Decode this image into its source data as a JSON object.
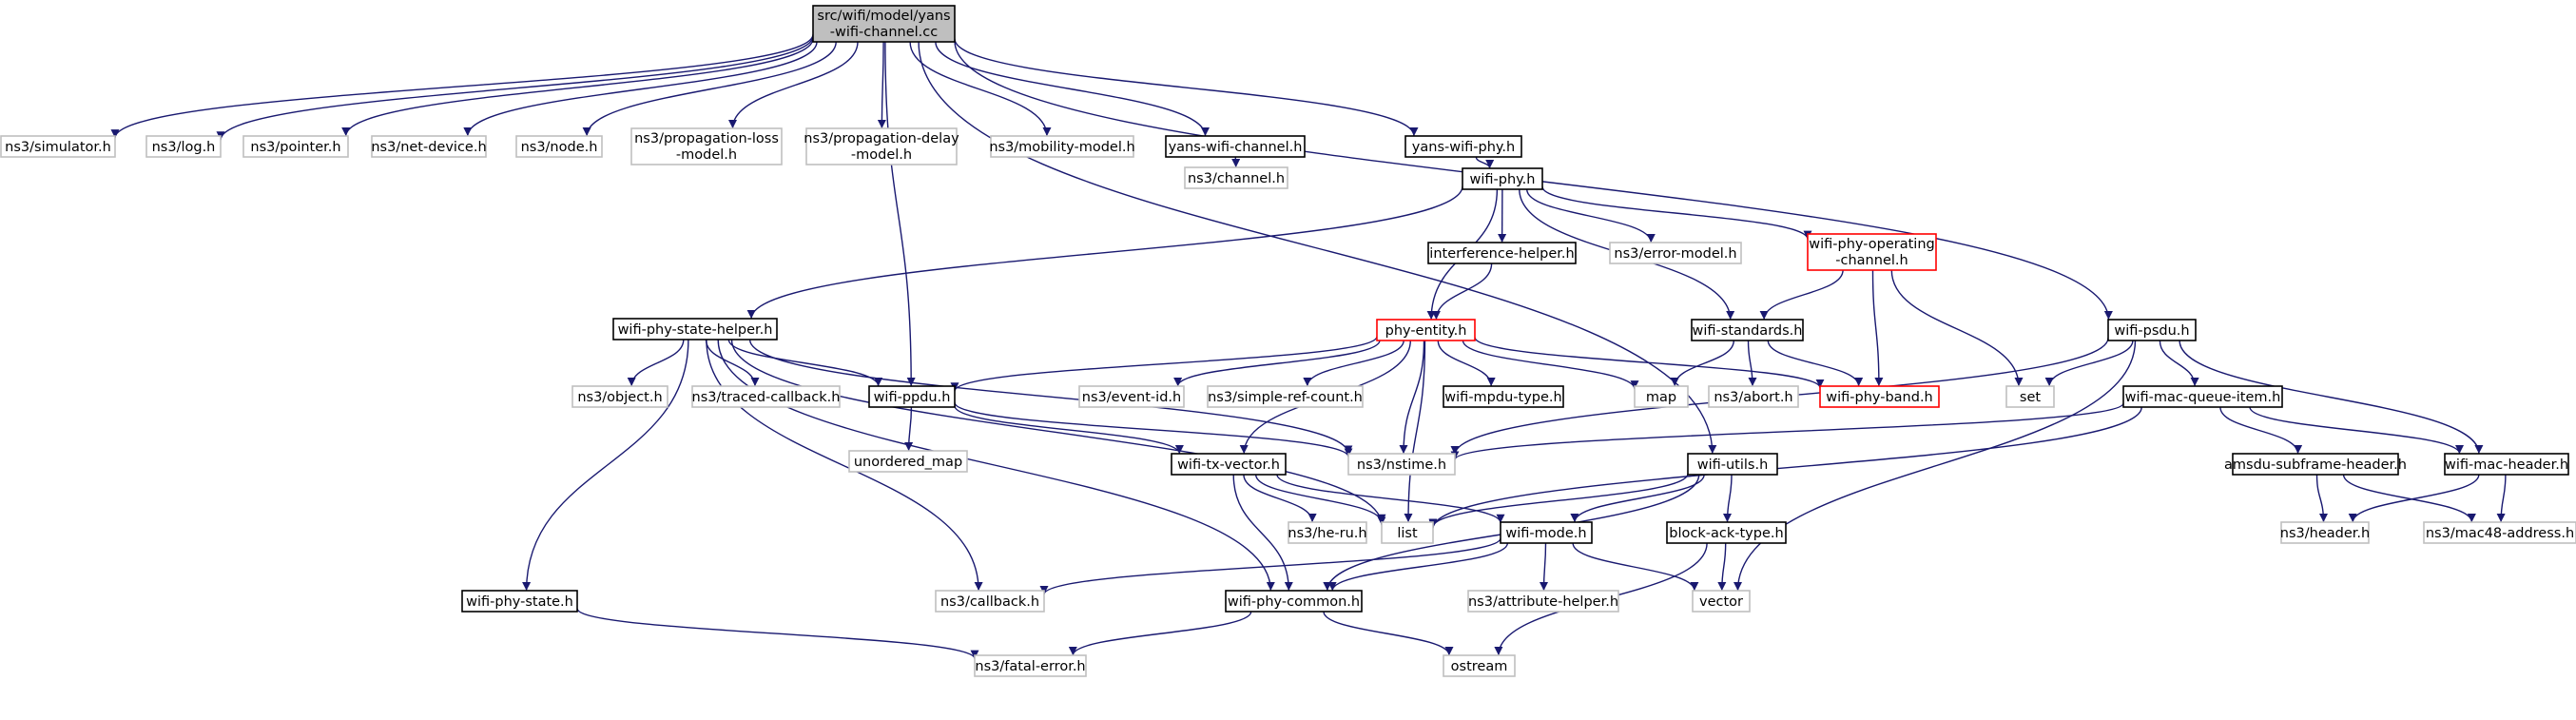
{
  "colors": {
    "edge": "#191970",
    "normal_border": "#000000",
    "normal_fill": "#ffffff",
    "external_border": "#bfbfbf",
    "incomplete_border": "#ff0000",
    "root_fill": "#bfbfbf"
  },
  "nodes": [
    {
      "id": "root",
      "lines": [
        "src/wifi/model/yans",
        "-wifi-channel.cc"
      ],
      "kind": "root"
    },
    {
      "id": "simulator",
      "lines": [
        "ns3/simulator.h"
      ],
      "kind": "external"
    },
    {
      "id": "log",
      "lines": [
        "ns3/log.h"
      ],
      "kind": "external"
    },
    {
      "id": "pointer",
      "lines": [
        "ns3/pointer.h"
      ],
      "kind": "external"
    },
    {
      "id": "netdevice",
      "lines": [
        "ns3/net-device.h"
      ],
      "kind": "external"
    },
    {
      "id": "node",
      "lines": [
        "ns3/node.h"
      ],
      "kind": "external"
    },
    {
      "id": "proploss",
      "lines": [
        "ns3/propagation-loss",
        "-model.h"
      ],
      "kind": "external"
    },
    {
      "id": "propdelay",
      "lines": [
        "ns3/propagation-delay",
        "-model.h"
      ],
      "kind": "external"
    },
    {
      "id": "mobility",
      "lines": [
        "ns3/mobility-model.h"
      ],
      "kind": "external"
    },
    {
      "id": "yanschan",
      "lines": [
        "yans-wifi-channel.h"
      ],
      "kind": "normal"
    },
    {
      "id": "yansphy",
      "lines": [
        "yans-wifi-phy.h"
      ],
      "kind": "normal"
    },
    {
      "id": "channel",
      "lines": [
        "ns3/channel.h"
      ],
      "kind": "external"
    },
    {
      "id": "wifiphy",
      "lines": [
        "wifi-phy.h"
      ],
      "kind": "normal"
    },
    {
      "id": "interf",
      "lines": [
        "interference-helper.h"
      ],
      "kind": "normal"
    },
    {
      "id": "errmodel",
      "lines": [
        "ns3/error-model.h"
      ],
      "kind": "external"
    },
    {
      "id": "opchan",
      "lines": [
        "wifi-phy-operating",
        "-channel.h"
      ],
      "kind": "incomplete"
    },
    {
      "id": "statehelper",
      "lines": [
        "wifi-phy-state-helper.h"
      ],
      "kind": "normal"
    },
    {
      "id": "phyentity",
      "lines": [
        "phy-entity.h"
      ],
      "kind": "incomplete"
    },
    {
      "id": "standards",
      "lines": [
        "wifi-standards.h"
      ],
      "kind": "normal"
    },
    {
      "id": "psdu",
      "lines": [
        "wifi-psdu.h"
      ],
      "kind": "normal"
    },
    {
      "id": "object",
      "lines": [
        "ns3/object.h"
      ],
      "kind": "external"
    },
    {
      "id": "traced",
      "lines": [
        "ns3/traced-callback.h"
      ],
      "kind": "external"
    },
    {
      "id": "ppdu",
      "lines": [
        "wifi-ppdu.h"
      ],
      "kind": "normal"
    },
    {
      "id": "eventid",
      "lines": [
        "ns3/event-id.h"
      ],
      "kind": "external"
    },
    {
      "id": "simpleref",
      "lines": [
        "ns3/simple-ref-count.h"
      ],
      "kind": "external"
    },
    {
      "id": "mpdutype",
      "lines": [
        "wifi-mpdu-type.h"
      ],
      "kind": "normal"
    },
    {
      "id": "map",
      "lines": [
        "map"
      ],
      "kind": "external"
    },
    {
      "id": "abort",
      "lines": [
        "ns3/abort.h"
      ],
      "kind": "external"
    },
    {
      "id": "band",
      "lines": [
        "wifi-phy-band.h"
      ],
      "kind": "incomplete"
    },
    {
      "id": "set",
      "lines": [
        "set"
      ],
      "kind": "external"
    },
    {
      "id": "queueitem",
      "lines": [
        "wifi-mac-queue-item.h"
      ],
      "kind": "normal"
    },
    {
      "id": "unordered",
      "lines": [
        "unordered_map"
      ],
      "kind": "external"
    },
    {
      "id": "txvector",
      "lines": [
        "wifi-tx-vector.h"
      ],
      "kind": "normal"
    },
    {
      "id": "nstime",
      "lines": [
        "ns3/nstime.h"
      ],
      "kind": "external"
    },
    {
      "id": "utils",
      "lines": [
        "wifi-utils.h"
      ],
      "kind": "normal"
    },
    {
      "id": "amsdu",
      "lines": [
        "amsdu-subframe-header.h"
      ],
      "kind": "normal"
    },
    {
      "id": "macheader",
      "lines": [
        "wifi-mac-header.h"
      ],
      "kind": "normal"
    },
    {
      "id": "heru",
      "lines": [
        "ns3/he-ru.h"
      ],
      "kind": "external"
    },
    {
      "id": "list",
      "lines": [
        "list"
      ],
      "kind": "external"
    },
    {
      "id": "mode",
      "lines": [
        "wifi-mode.h"
      ],
      "kind": "normal"
    },
    {
      "id": "blockack",
      "lines": [
        "block-ack-type.h"
      ],
      "kind": "normal"
    },
    {
      "id": "header",
      "lines": [
        "ns3/header.h"
      ],
      "kind": "external"
    },
    {
      "id": "mac48",
      "lines": [
        "ns3/mac48-address.h"
      ],
      "kind": "external"
    },
    {
      "id": "phystate",
      "lines": [
        "wifi-phy-state.h"
      ],
      "kind": "normal"
    },
    {
      "id": "callback",
      "lines": [
        "ns3/callback.h"
      ],
      "kind": "external"
    },
    {
      "id": "common",
      "lines": [
        "wifi-phy-common.h"
      ],
      "kind": "normal"
    },
    {
      "id": "attrhelper",
      "lines": [
        "ns3/attribute-helper.h"
      ],
      "kind": "external"
    },
    {
      "id": "vector",
      "lines": [
        "vector"
      ],
      "kind": "external"
    },
    {
      "id": "fatal",
      "lines": [
        "ns3/fatal-error.h"
      ],
      "kind": "external"
    },
    {
      "id": "ostream",
      "lines": [
        "ostream"
      ],
      "kind": "external"
    }
  ],
  "edges": [
    [
      "root",
      "simulator"
    ],
    [
      "root",
      "log"
    ],
    [
      "root",
      "pointer"
    ],
    [
      "root",
      "netdevice"
    ],
    [
      "root",
      "node"
    ],
    [
      "root",
      "proploss"
    ],
    [
      "root",
      "propdelay"
    ],
    [
      "root",
      "mobility"
    ],
    [
      "root",
      "yanschan"
    ],
    [
      "root",
      "yansphy"
    ],
    [
      "root",
      "ppdu"
    ],
    [
      "root",
      "utils"
    ],
    [
      "root",
      "psdu"
    ],
    [
      "yanschan",
      "channel"
    ],
    [
      "yansphy",
      "wifiphy"
    ],
    [
      "wifiphy",
      "statehelper"
    ],
    [
      "wifiphy",
      "interf"
    ],
    [
      "wifiphy",
      "phyentity"
    ],
    [
      "wifiphy",
      "errmodel"
    ],
    [
      "wifiphy",
      "opchan"
    ],
    [
      "wifiphy",
      "standards"
    ],
    [
      "interf",
      "phyentity"
    ],
    [
      "opchan",
      "standards"
    ],
    [
      "opchan",
      "band"
    ],
    [
      "opchan",
      "set"
    ],
    [
      "statehelper",
      "phystate"
    ],
    [
      "statehelper",
      "callback"
    ],
    [
      "statehelper",
      "common"
    ],
    [
      "statehelper",
      "object"
    ],
    [
      "statehelper",
      "traced"
    ],
    [
      "statehelper",
      "ppdu"
    ],
    [
      "statehelper",
      "nstime"
    ],
    [
      "statehelper",
      "list"
    ],
    [
      "phyentity",
      "ppdu"
    ],
    [
      "phyentity",
      "eventid"
    ],
    [
      "phyentity",
      "simpleref"
    ],
    [
      "phyentity",
      "mpdutype"
    ],
    [
      "phyentity",
      "map"
    ],
    [
      "phyentity",
      "band"
    ],
    [
      "phyentity",
      "nstime"
    ],
    [
      "phyentity",
      "txvector"
    ],
    [
      "phyentity",
      "list"
    ],
    [
      "standards",
      "map"
    ],
    [
      "standards",
      "abort"
    ],
    [
      "standards",
      "band"
    ],
    [
      "psdu",
      "set"
    ],
    [
      "psdu",
      "queueitem"
    ],
    [
      "psdu",
      "macheader"
    ],
    [
      "psdu",
      "nstime"
    ],
    [
      "psdu",
      "vector"
    ],
    [
      "ppdu",
      "unordered"
    ],
    [
      "ppdu",
      "txvector"
    ],
    [
      "ppdu",
      "nstime"
    ],
    [
      "queueitem",
      "nstime"
    ],
    [
      "queueitem",
      "amsdu"
    ],
    [
      "queueitem",
      "macheader"
    ],
    [
      "queueitem",
      "list"
    ],
    [
      "txvector",
      "heru"
    ],
    [
      "txvector",
      "list"
    ],
    [
      "txvector",
      "mode"
    ],
    [
      "txvector",
      "common"
    ],
    [
      "utils",
      "list"
    ],
    [
      "utils",
      "mode"
    ],
    [
      "utils",
      "blockack"
    ],
    [
      "utils",
      "common"
    ],
    [
      "amsdu",
      "header"
    ],
    [
      "amsdu",
      "mac48"
    ],
    [
      "macheader",
      "header"
    ],
    [
      "macheader",
      "mac48"
    ],
    [
      "mode",
      "callback"
    ],
    [
      "mode",
      "attrhelper"
    ],
    [
      "mode",
      "vector"
    ],
    [
      "mode",
      "common"
    ],
    [
      "blockack",
      "vector"
    ],
    [
      "blockack",
      "ostream"
    ],
    [
      "phystate",
      "fatal"
    ],
    [
      "common",
      "fatal"
    ],
    [
      "common",
      "ostream"
    ]
  ]
}
